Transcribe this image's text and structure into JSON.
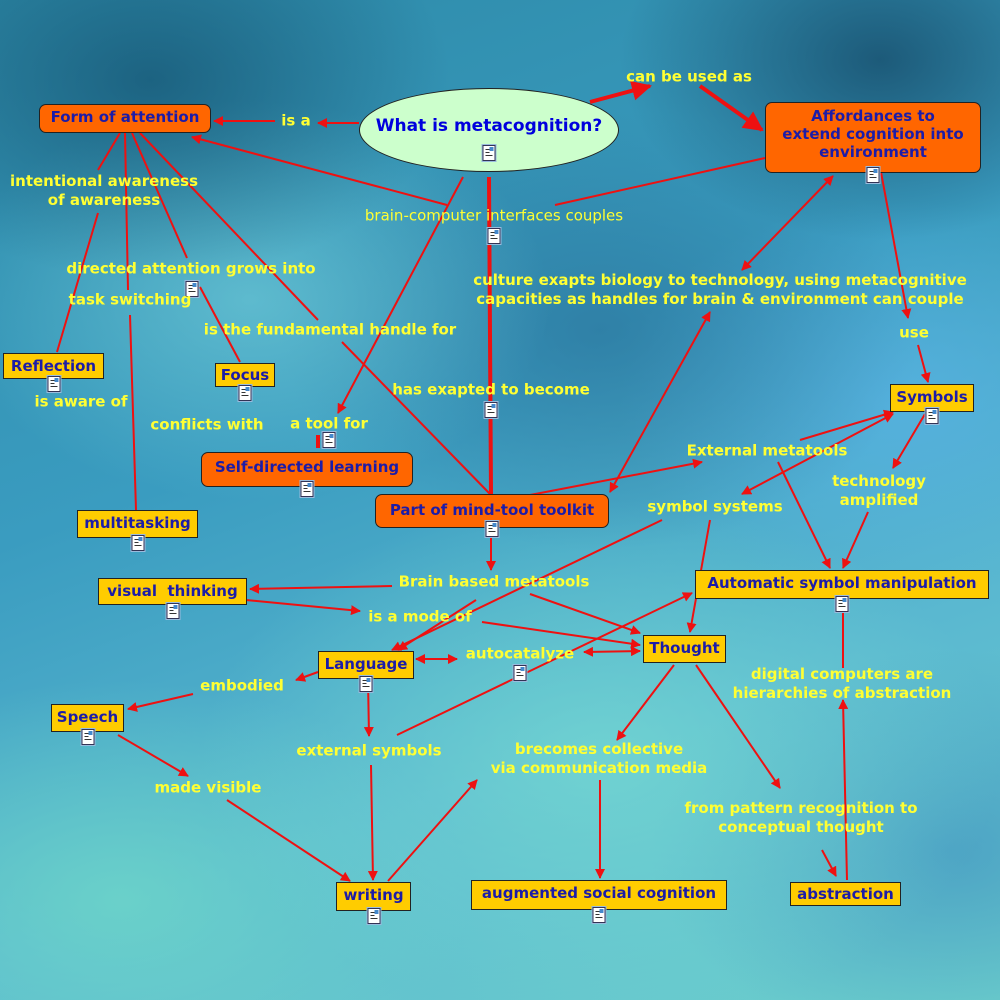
{
  "nodes": {
    "form_of_attention": "Form of attention",
    "what_is_metacognition": "What is metacognition?",
    "affordances": "Affordances to extend cognition into environment",
    "reflection": "Reflection",
    "focus": "Focus",
    "self_directed_learning": "Self-directed learning",
    "multitasking": "multitasking",
    "mind_tool_toolkit": "Part of mind-tool toolkit",
    "symbols": "Symbols",
    "visual_thinking": "visual  thinking",
    "language": "Language",
    "thought": "Thought",
    "automatic_symbol_manipulation": "Automatic symbol manipulation",
    "speech": "Speech",
    "writing": "writing",
    "augmented_social_cognition": "augmented social cognition",
    "abstraction": "abstraction"
  },
  "links": {
    "is_a": "is a",
    "can_be_used_as": "can be used as",
    "brain_computer": "brain-computer interfaces couples",
    "intentional_awareness": "intentional awareness\nof awareness",
    "directed_attention": "directed attention grows into",
    "task_switching": "task switching",
    "fundamental_handle": "is the fundamental handle for",
    "culture_exapts": "culture exapts biology to technology, using metacognitive\ncapacities as handles for brain & environment can couple",
    "use": "use",
    "has_exapted": "has exapted to become",
    "is_aware_of": "is aware of",
    "conflicts_with": "conflicts with",
    "a_tool_for": "a tool for",
    "external_metatools": "External metatools",
    "technology_amplified": "technology\namplified",
    "symbol_systems": "symbol systems",
    "brain_based_metatools": "Brain based metatools",
    "is_a_mode_of": "is a mode of",
    "autocatalyze": "autocatalyze",
    "embodied": "embodied",
    "digital_computers": "digital computers are\nhierarchies of abstraction",
    "external_symbols": "external symbols",
    "becomes_collective": "brecomes collective\nvia communication media",
    "made_visible": "made visible",
    "pattern_recognition": "from pattern recognition to\nconceptual thought"
  },
  "colors": {
    "link": "#ee1111",
    "label": "#ffff33",
    "concept_orange": "#ff6600",
    "concept_yellow": "#ffcc00",
    "root": "#ccffcc",
    "text": "#1c1ca8"
  }
}
